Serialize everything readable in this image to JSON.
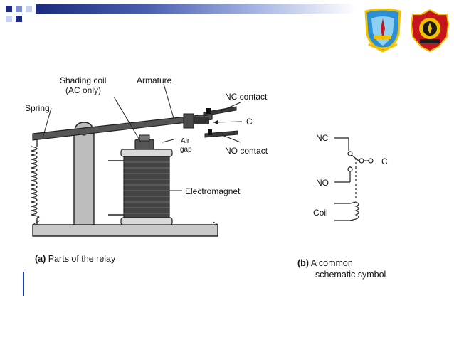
{
  "relay_parts": {
    "shading_coil_line1": "Shading coil",
    "shading_coil_line2": "(AC only)",
    "armature": "Armature",
    "nc_contact": "NC contact",
    "c": "C",
    "spring": "Spring",
    "air_gap_line1": "Air",
    "air_gap_line2": "gap",
    "no_contact": "NO contact",
    "electromagnet": "Electromagnet"
  },
  "caption_a": {
    "tag": "(a)",
    "text": "Parts of the relay"
  },
  "symbol": {
    "nc": "NC",
    "c": "C",
    "no": "NO",
    "coil": "Coil"
  },
  "caption_b": {
    "tag": "(b)",
    "line1": "A common",
    "line2": "schematic symbol"
  },
  "colors": {
    "header_dark": "#1b2a7d",
    "accent_blue": "#1f3aa5",
    "logo_yellow": "#f2c200",
    "logo_red": "#c4161c"
  }
}
